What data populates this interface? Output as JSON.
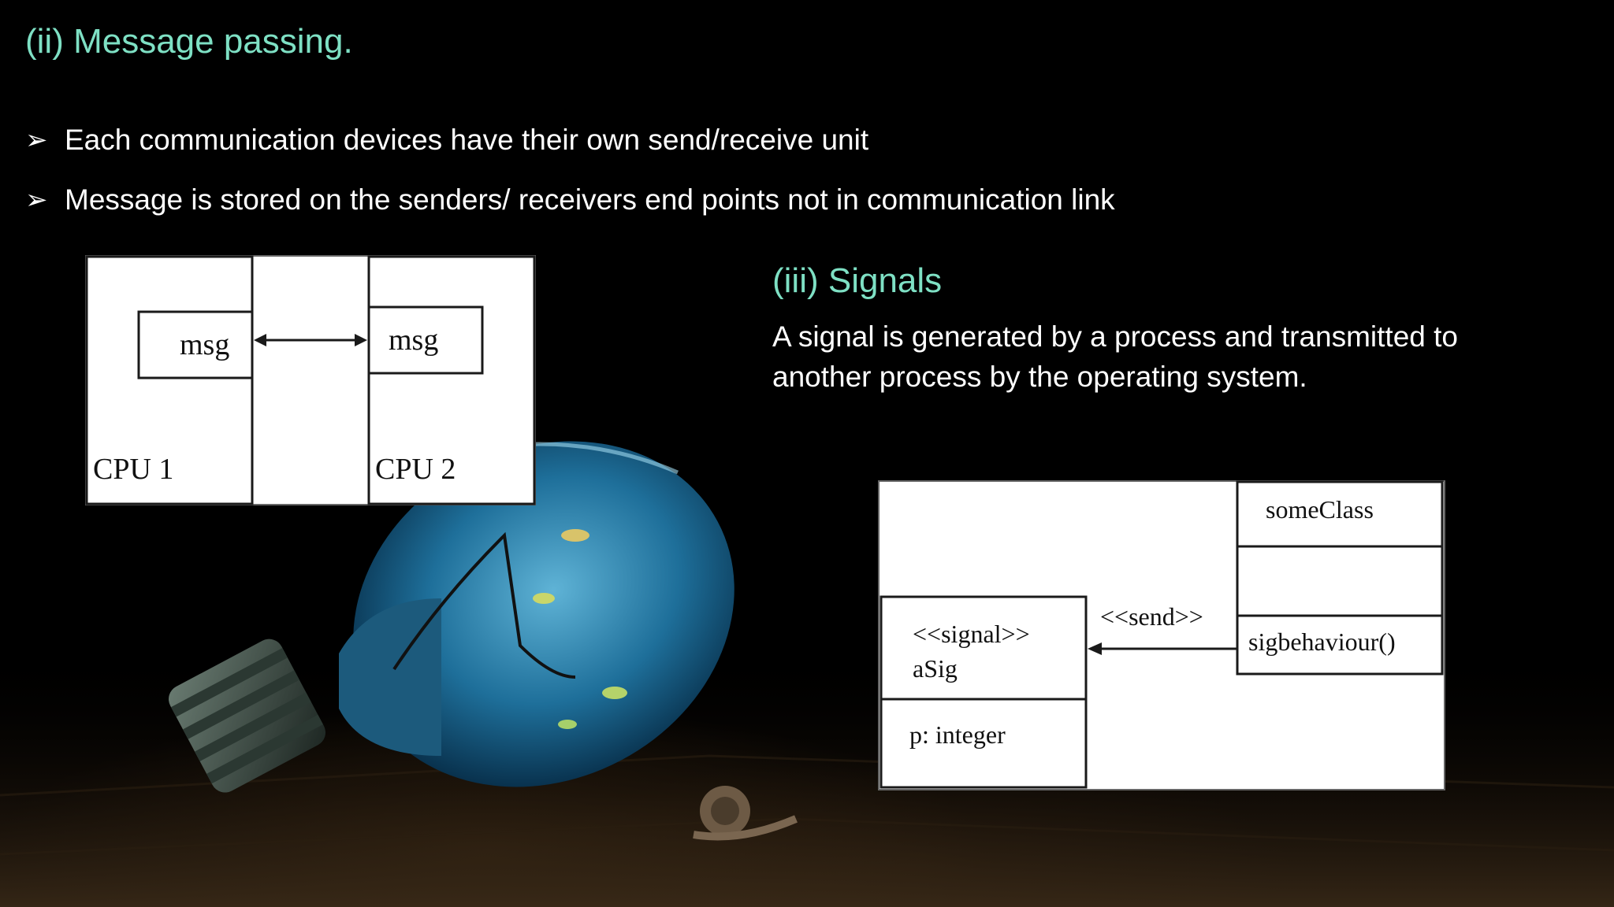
{
  "slide": {
    "title": "(ii) Message passing.",
    "bullets": [
      "Each communication devices have their own send/receive unit",
      "Message is stored on the senders/ receivers end points not in communication link"
    ],
    "bullet_icon": "arrowhead-bullet-icon",
    "signals": {
      "title": "(iii) Signals",
      "text": "A signal is generated by a process and transmitted to another process by the operating system."
    }
  },
  "message_passing_diagram": {
    "left_box_label": "CPU 1",
    "right_box_label": "CPU 2",
    "left_msg": "msg",
    "right_msg": "msg"
  },
  "signal_diagram": {
    "class_name": "someClass",
    "class_method": "sigbehaviour()",
    "signal_stereotype": "<<signal>>",
    "signal_name": "aSig",
    "signal_attribute": "p: integer",
    "send_label": "<<send>>"
  },
  "colors": {
    "background": "#000000",
    "heading": "#7ee0c4",
    "body_text": "#ffffff",
    "diagram_bg": "#ffffff",
    "diagram_line": "#1a1a1a"
  }
}
